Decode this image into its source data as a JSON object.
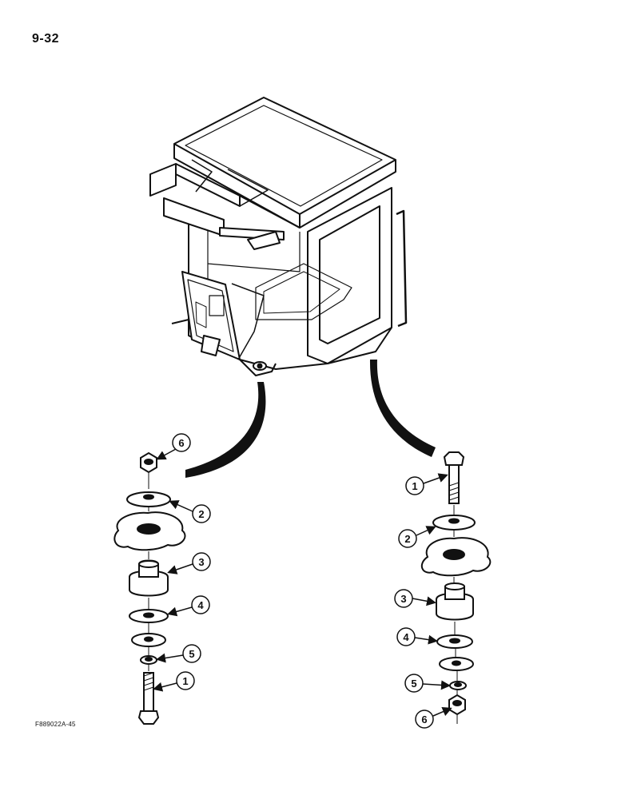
{
  "page": {
    "number": "9-32",
    "figure_id": "F889022A-45"
  },
  "colors": {
    "ink": "#111111",
    "paper": "#ffffff",
    "shade": "#b8b8b8"
  },
  "diagram": {
    "subject": "cab with mounting isolator stacks",
    "left_stack_callouts": [
      "6",
      "2",
      "3",
      "4",
      "5",
      "1"
    ],
    "right_stack_callouts": [
      "1",
      "2",
      "3",
      "4",
      "5",
      "6"
    ]
  }
}
